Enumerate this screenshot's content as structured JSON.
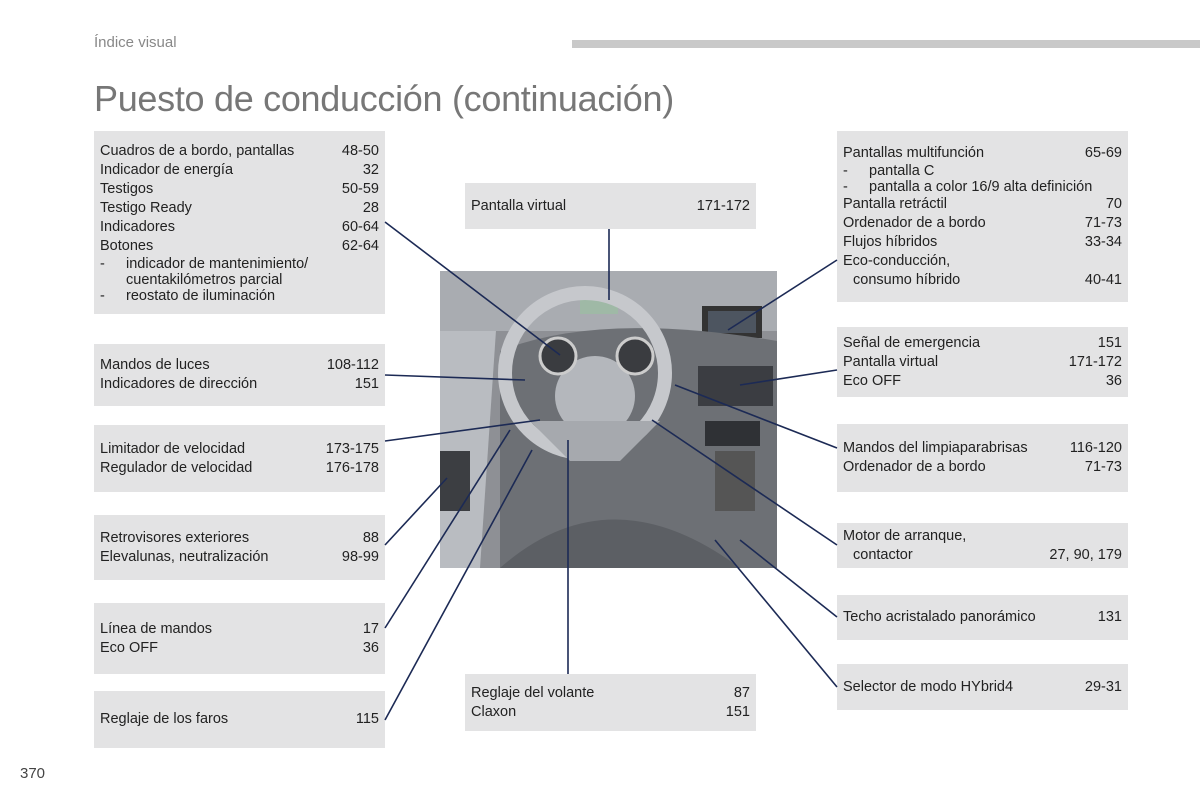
{
  "header": {
    "section": "Índice visual",
    "title": "Puesto de conducción (continuación)",
    "page_number": "370"
  },
  "boxes": [
    {
      "id": "l1",
      "rows": [
        {
          "label": "Cuadros de a bordo, pantallas",
          "page": "48-50"
        },
        {
          "label": "Indicador de energía",
          "page": "32"
        },
        {
          "label": "Testigos",
          "page": "50-59"
        },
        {
          "label": "Testigo Ready",
          "page": "28"
        },
        {
          "label": "Indicadores",
          "page": "60-64"
        },
        {
          "label": "Botones",
          "page": "62-64"
        },
        {
          "label": "indicador de mantenimiento/",
          "page": "",
          "sub": true
        },
        {
          "label": "cuentakilómetros parcial",
          "page": "",
          "sub": true,
          "nodash": true
        },
        {
          "label": "reostato de iluminación",
          "page": "",
          "sub": true
        }
      ]
    },
    {
      "id": "l2",
      "rows": [
        {
          "label": "Mandos de luces",
          "page": "108-112"
        },
        {
          "label": "Indicadores de dirección",
          "page": "151"
        }
      ]
    },
    {
      "id": "l3",
      "rows": [
        {
          "label": "Limitador de velocidad",
          "page": "173-175"
        },
        {
          "label": "Regulador de velocidad",
          "page": "176-178"
        }
      ]
    },
    {
      "id": "l4",
      "rows": [
        {
          "label": "Retrovisores exteriores",
          "page": "88"
        },
        {
          "label": "Elevalunas, neutralización",
          "page": "98-99"
        }
      ]
    },
    {
      "id": "l5",
      "rows": [
        {
          "label": "Línea de mandos",
          "page": "17"
        },
        {
          "label": "Eco OFF",
          "page": "36"
        }
      ]
    },
    {
      "id": "l6",
      "rows": [
        {
          "label": "Reglaje de los faros",
          "page": "115"
        }
      ]
    },
    {
      "id": "c1",
      "rows": [
        {
          "label": "Pantalla virtual",
          "page": "171-172"
        }
      ]
    },
    {
      "id": "c2",
      "rows": [
        {
          "label": "Reglaje del volante",
          "page": "87"
        },
        {
          "label": "Claxon",
          "page": "151"
        }
      ]
    },
    {
      "id": "r1",
      "rows": [
        {
          "label": "Pantallas multifunción",
          "page": "65-69"
        },
        {
          "label": "pantalla C",
          "page": "",
          "sub": true
        },
        {
          "label": "pantalla a color 16/9 alta definición",
          "page": "",
          "sub": true
        },
        {
          "label": "Pantalla retráctil",
          "page": "70"
        },
        {
          "label": "Ordenador de a bordo",
          "page": "71-73"
        },
        {
          "label": "Flujos híbridos",
          "page": "33-34"
        },
        {
          "label": "Eco-conducción,",
          "page": ""
        },
        {
          "label": "consumo híbrido",
          "page": "40-41",
          "ind": true
        }
      ]
    },
    {
      "id": "r2",
      "rows": [
        {
          "label": "Señal de emergencia",
          "page": "151"
        },
        {
          "label": "Pantalla virtual",
          "page": "171-172"
        },
        {
          "label": "Eco OFF",
          "page": "36"
        }
      ]
    },
    {
      "id": "r3",
      "rows": [
        {
          "label": "Mandos del limpiaparabrisas",
          "page": "116-120"
        },
        {
          "label": "Ordenador de a bordo",
          "page": "71-73"
        }
      ]
    },
    {
      "id": "r4",
      "rows": [
        {
          "label": "Motor de arranque,",
          "page": ""
        },
        {
          "label": "contactor",
          "page": "27, 90, 179",
          "ind": true
        }
      ]
    },
    {
      "id": "r5",
      "rows": [
        {
          "label": "Techo acristalado panorámico",
          "page": "131"
        }
      ]
    },
    {
      "id": "r6",
      "rows": [
        {
          "label": "Selector de modo HYbrid4",
          "page": "29-31"
        }
      ]
    }
  ]
}
